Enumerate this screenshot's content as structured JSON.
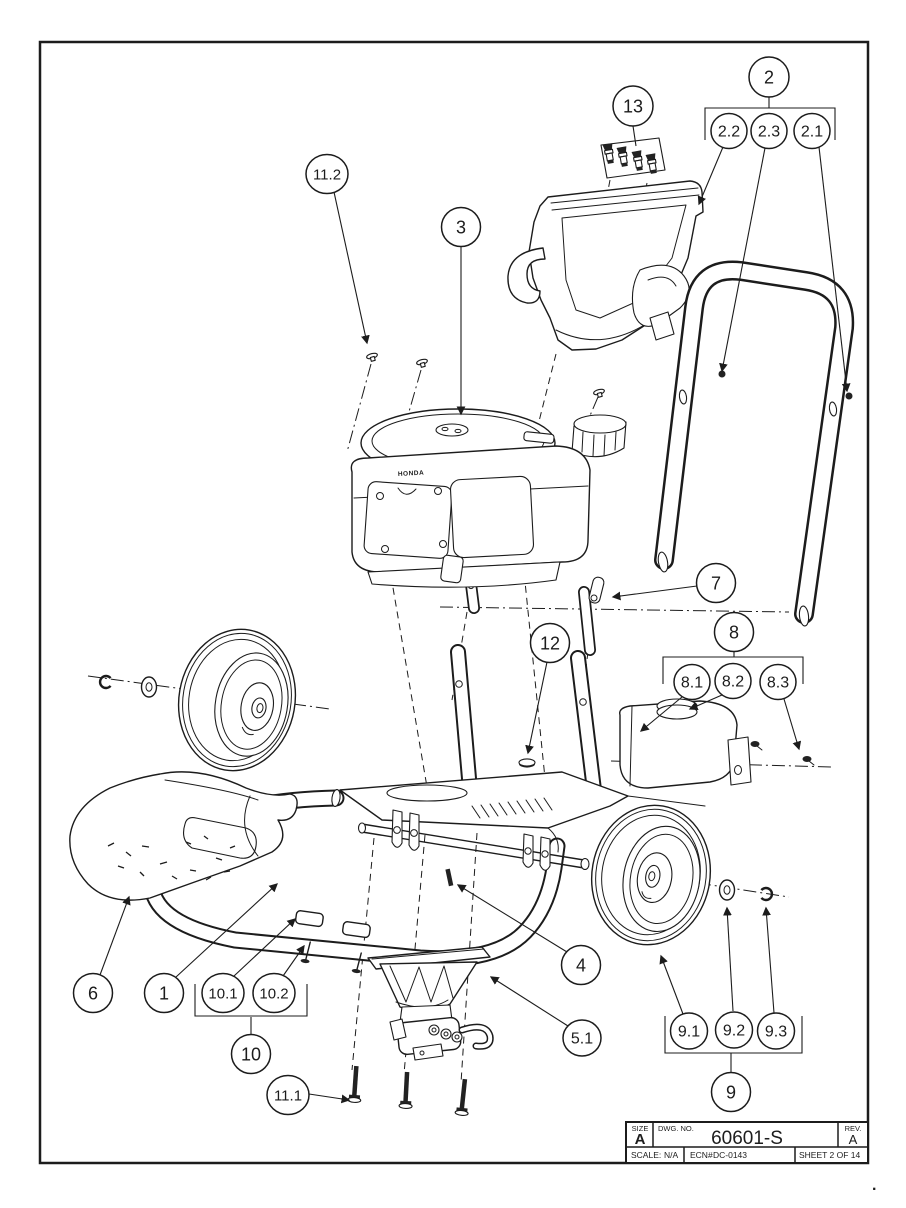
{
  "document": {
    "kind": "exploded-parts-diagram",
    "line_color": "#1c1c1c",
    "background": "#ffffff"
  },
  "engine": {
    "brand_text": "HONDA"
  },
  "footer_dot": ".",
  "title_block": {
    "size_label": "SIZE",
    "size_value": "A",
    "dwg_no_label": "DWG. NO.",
    "dwg_no_value": "60601-S",
    "rev_label": "REV.",
    "rev_value": "A",
    "scale_label": "SCALE:",
    "scale_value": "N/A",
    "ecn_label": "ECN#",
    "ecn_value": "DC-0143",
    "sheet_value": "SHEET 2 OF 14"
  },
  "balloons": [
    {
      "label": "2"
    },
    {
      "label": "2.2"
    },
    {
      "label": "2.3"
    },
    {
      "label": "2.1"
    },
    {
      "label": "13"
    },
    {
      "label": "11.2"
    },
    {
      "label": "3"
    },
    {
      "label": "7"
    },
    {
      "label": "8"
    },
    {
      "label": "8.1"
    },
    {
      "label": "8.2"
    },
    {
      "label": "8.3"
    },
    {
      "label": "12"
    },
    {
      "label": "6"
    },
    {
      "label": "1"
    },
    {
      "label": "10.1"
    },
    {
      "label": "10.2"
    },
    {
      "label": "10"
    },
    {
      "label": "11.1"
    },
    {
      "label": "4"
    },
    {
      "label": "5.1"
    },
    {
      "label": "9.1"
    },
    {
      "label": "9.2"
    },
    {
      "label": "9.3"
    },
    {
      "label": "9"
    }
  ]
}
